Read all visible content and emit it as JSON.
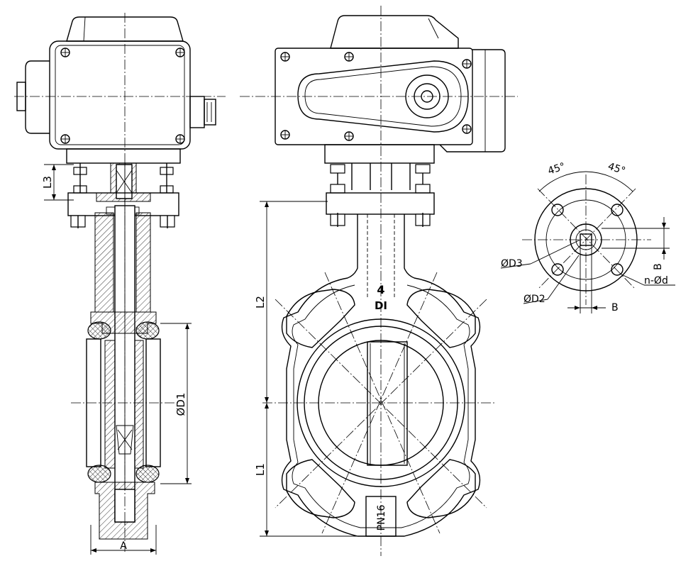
{
  "labels": {
    "l3": "L3",
    "l2": "L2",
    "l1": "L1",
    "d1": "ØD1",
    "a": "A",
    "d3": "ØD3",
    "d2": "ØD2",
    "b_right": "B",
    "b_bottom": "B",
    "nd": "n-Ød",
    "angle_left": "45°",
    "angle_right": "45°",
    "body_mark_number": "4",
    "body_mark_text": "DI",
    "pressure_rating": "PN16"
  }
}
